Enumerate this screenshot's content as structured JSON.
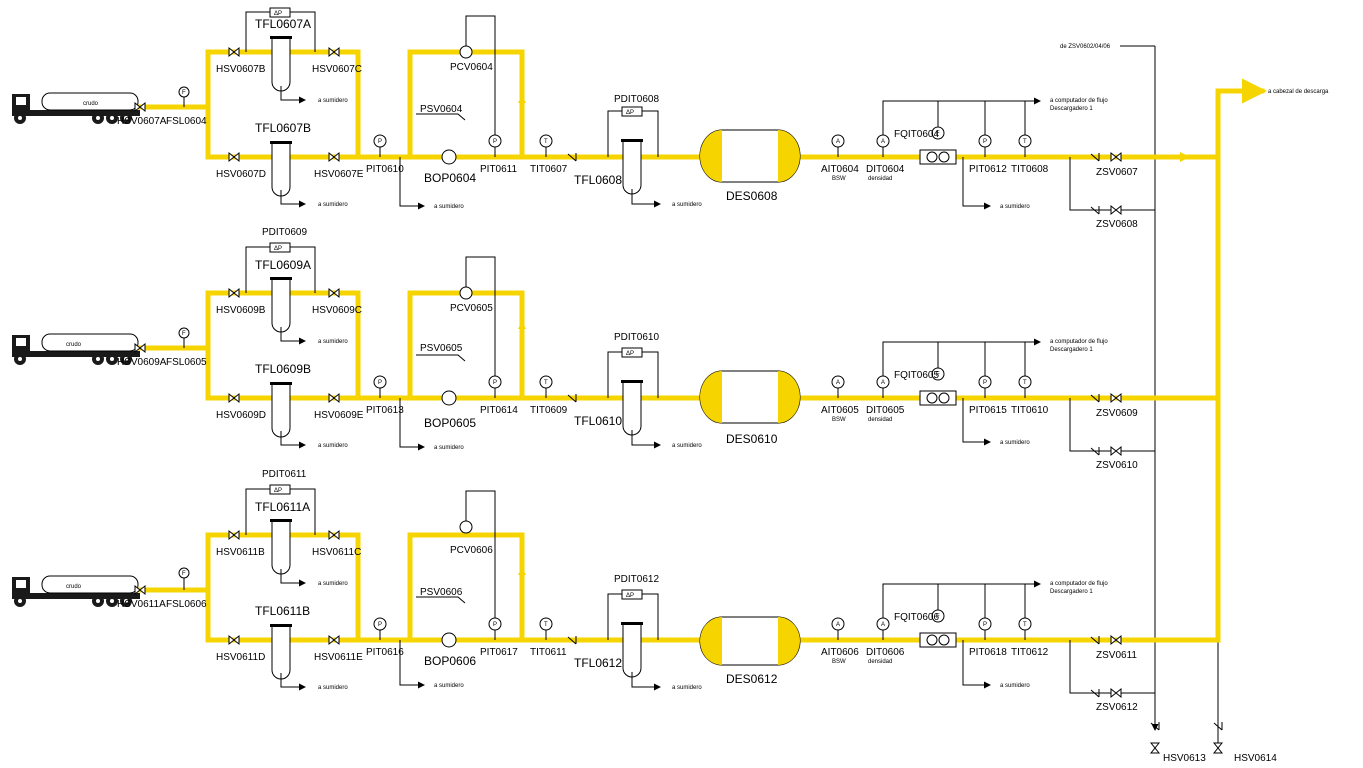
{
  "colors": {
    "pipe": "#f5d400",
    "line": "#000000",
    "truck": "#1a1a1a"
  },
  "top": {
    "source_label": "de ZSV0602/04/06",
    "discharge_label": "a cabezal de descarga"
  },
  "common": {
    "crudo": "crudo",
    "sumidero": "a sumidero",
    "computador": "a computador de flujo",
    "descargadero": "Descargadero 1",
    "bsw": "BSW",
    "densidad": "densidad",
    "dp": "ΔP",
    "letter_f": "F",
    "letter_p": "P",
    "letter_t": "T",
    "letter_a": "A"
  },
  "trains": [
    {
      "hsv_a": "HSV0607A",
      "fsl": "FSL0604",
      "pdit_f": "",
      "tfl_a": "TFL0607A",
      "tfl_b": "TFL0607B",
      "hsv_b": "HSV0607B",
      "hsv_c": "HSV0607C",
      "hsv_d": "HSV0607D",
      "hsv_e": "HSV0607E",
      "pit_in": "PIT0610",
      "pcv": "PCV0604",
      "psv": "PSV0604",
      "bop": "BOP0604",
      "pit_out": "PIT0611",
      "tit_in": "TIT0607",
      "pdit_s": "PDIT0608",
      "tfl_s": "TFL0608",
      "des": "DES0608",
      "ait": "AIT0604",
      "dit": "DIT0604",
      "fqit": "FQIT0604",
      "pit_f": "PIT0612",
      "tit_f": "TIT0608",
      "zsv_a": "ZSV0607",
      "zsv_b": "ZSV0608"
    },
    {
      "hsv_a": "HSV0609A",
      "fsl": "FSL0605",
      "pdit_f": "PDIT0609",
      "tfl_a": "TFL0609A",
      "tfl_b": "TFL0609B",
      "hsv_b": "HSV0609B",
      "hsv_c": "HSV0609C",
      "hsv_d": "HSV0609D",
      "hsv_e": "HSV0609E",
      "pit_in": "PIT0613",
      "pcv": "PCV0605",
      "psv": "PSV0605",
      "bop": "BOP0605",
      "pit_out": "PIT0614",
      "tit_in": "TIT0609",
      "pdit_s": "PDIT0610",
      "tfl_s": "TFL0610",
      "des": "DES0610",
      "ait": "AIT0605",
      "dit": "DIT0605",
      "fqit": "FQIT0605",
      "pit_f": "PIT0615",
      "tit_f": "TIT0610",
      "zsv_a": "ZSV0609",
      "zsv_b": "ZSV0610"
    },
    {
      "hsv_a": "HSV0611A",
      "fsl": "FSL0606",
      "pdit_f": "PDIT0611",
      "tfl_a": "TFL0611A",
      "tfl_b": "TFL0611B",
      "hsv_b": "HSV0611B",
      "hsv_c": "HSV0611C",
      "hsv_d": "HSV0611D",
      "hsv_e": "HSV0611E",
      "pit_in": "PIT0616",
      "pcv": "PCV0606",
      "psv": "PSV0606",
      "bop": "BOP0606",
      "pit_out": "PIT0617",
      "tit_in": "TIT0611",
      "pdit_s": "PDIT0612",
      "tfl_s": "TFL0612",
      "des": "DES0612",
      "ait": "AIT0606",
      "dit": "DIT0606",
      "fqit": "FQIT0606",
      "pit_f": "PIT0618",
      "tit_f": "TIT0612",
      "zsv_a": "ZSV0611",
      "zsv_b": "ZSV0612"
    }
  ],
  "bottom": {
    "hsv_left": "HSV0613",
    "hsv_right": "HSV0614"
  }
}
